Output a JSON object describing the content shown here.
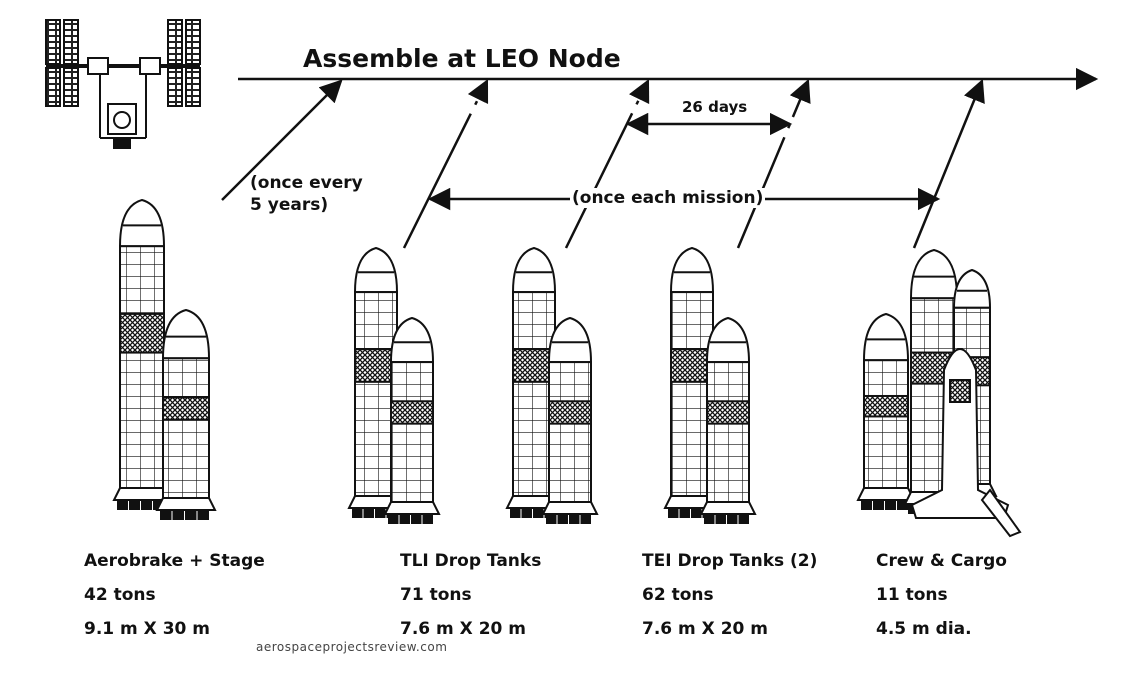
{
  "diagram": {
    "title": "Assemble at LEO Node",
    "frequency_note_line1": "(once every",
    "frequency_note_line2": "5 years)",
    "interval_label": "26 days",
    "mission_label": "(once each mission)",
    "watermark": "aerospaceprojectsreview.com"
  },
  "payloads": [
    {
      "name": "Aerobrake + Stage",
      "mass": "42 tons",
      "size": "9.1 m X 30 m"
    },
    {
      "name": "TLI Drop Tanks",
      "mass": "71 tons",
      "size": "7.6 m X 20 m"
    },
    {
      "name": "TEI Drop Tanks (2)",
      "mass": "62 tons",
      "size": "7.6 m X 20 m"
    },
    {
      "name": "Crew & Cargo",
      "mass": "11 tons",
      "size": "4.5 m dia."
    }
  ],
  "icons": {
    "station": "space-station-icon",
    "launcher": "heavy-launch-vehicle-icon",
    "shuttle": "shuttle-c-icon"
  },
  "colors": {
    "ink": "#111111",
    "paper": "#ffffff"
  }
}
